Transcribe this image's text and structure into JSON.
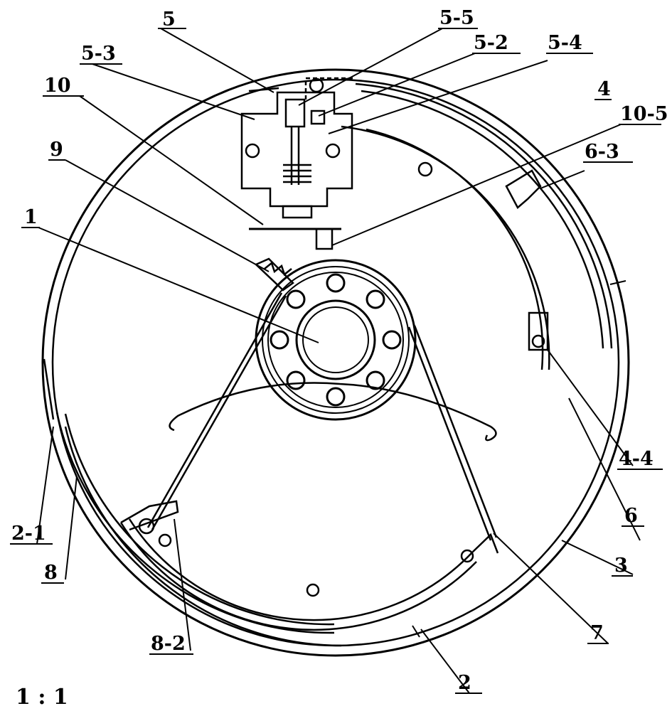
{
  "labels": {
    "l5": "5",
    "l5_5": "5-5",
    "l5_2": "5-2",
    "l5_3": "5-3",
    "l5_4": "5-4",
    "l10": "10",
    "l4": "4",
    "l10_5": "10-5",
    "l9": "9",
    "l6_3": "6-3",
    "l1": "1",
    "l4_4": "4-4",
    "l2_1": "2-1",
    "l6": "6",
    "l8": "8",
    "l3": "3",
    "l8_2": "8-2",
    "l7": "7",
    "l2": "2"
  },
  "scale_text": "1 : 1"
}
